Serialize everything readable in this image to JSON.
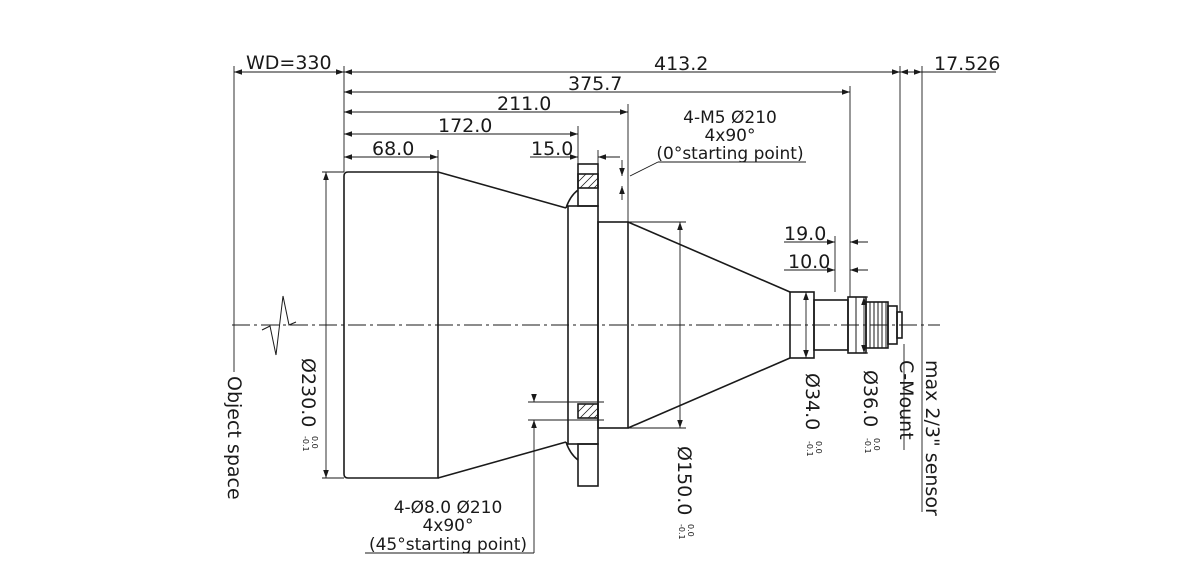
{
  "dimensions": {
    "wd": "WD=330",
    "overall": "413.2",
    "flange": "17.526",
    "length_375": "375.7",
    "length_211": "211.0",
    "length_172": "172.0",
    "length_68": "68.0",
    "length_15": "15.0",
    "length_19": "19.0",
    "length_10": "10.0"
  },
  "diameters": {
    "d230": "Ø230.0",
    "d150": "Ø150.0",
    "d34": "Ø34.0",
    "d36": "Ø36.0",
    "tol_upper": "0.0",
    "tol_lower": "-0.1"
  },
  "notes": {
    "m5_line1": "4-M5 Ø210",
    "m5_line2": "4x90°",
    "m5_line3": "(0°starting point)",
    "hole_line1": "4-Ø8.0 Ø210",
    "hole_line2": "4x90°",
    "hole_line3": "(45°starting point)"
  },
  "labels": {
    "object_space": "Object space",
    "c_mount": "C-Mount",
    "sensor": "max 2/3\" sensor"
  }
}
